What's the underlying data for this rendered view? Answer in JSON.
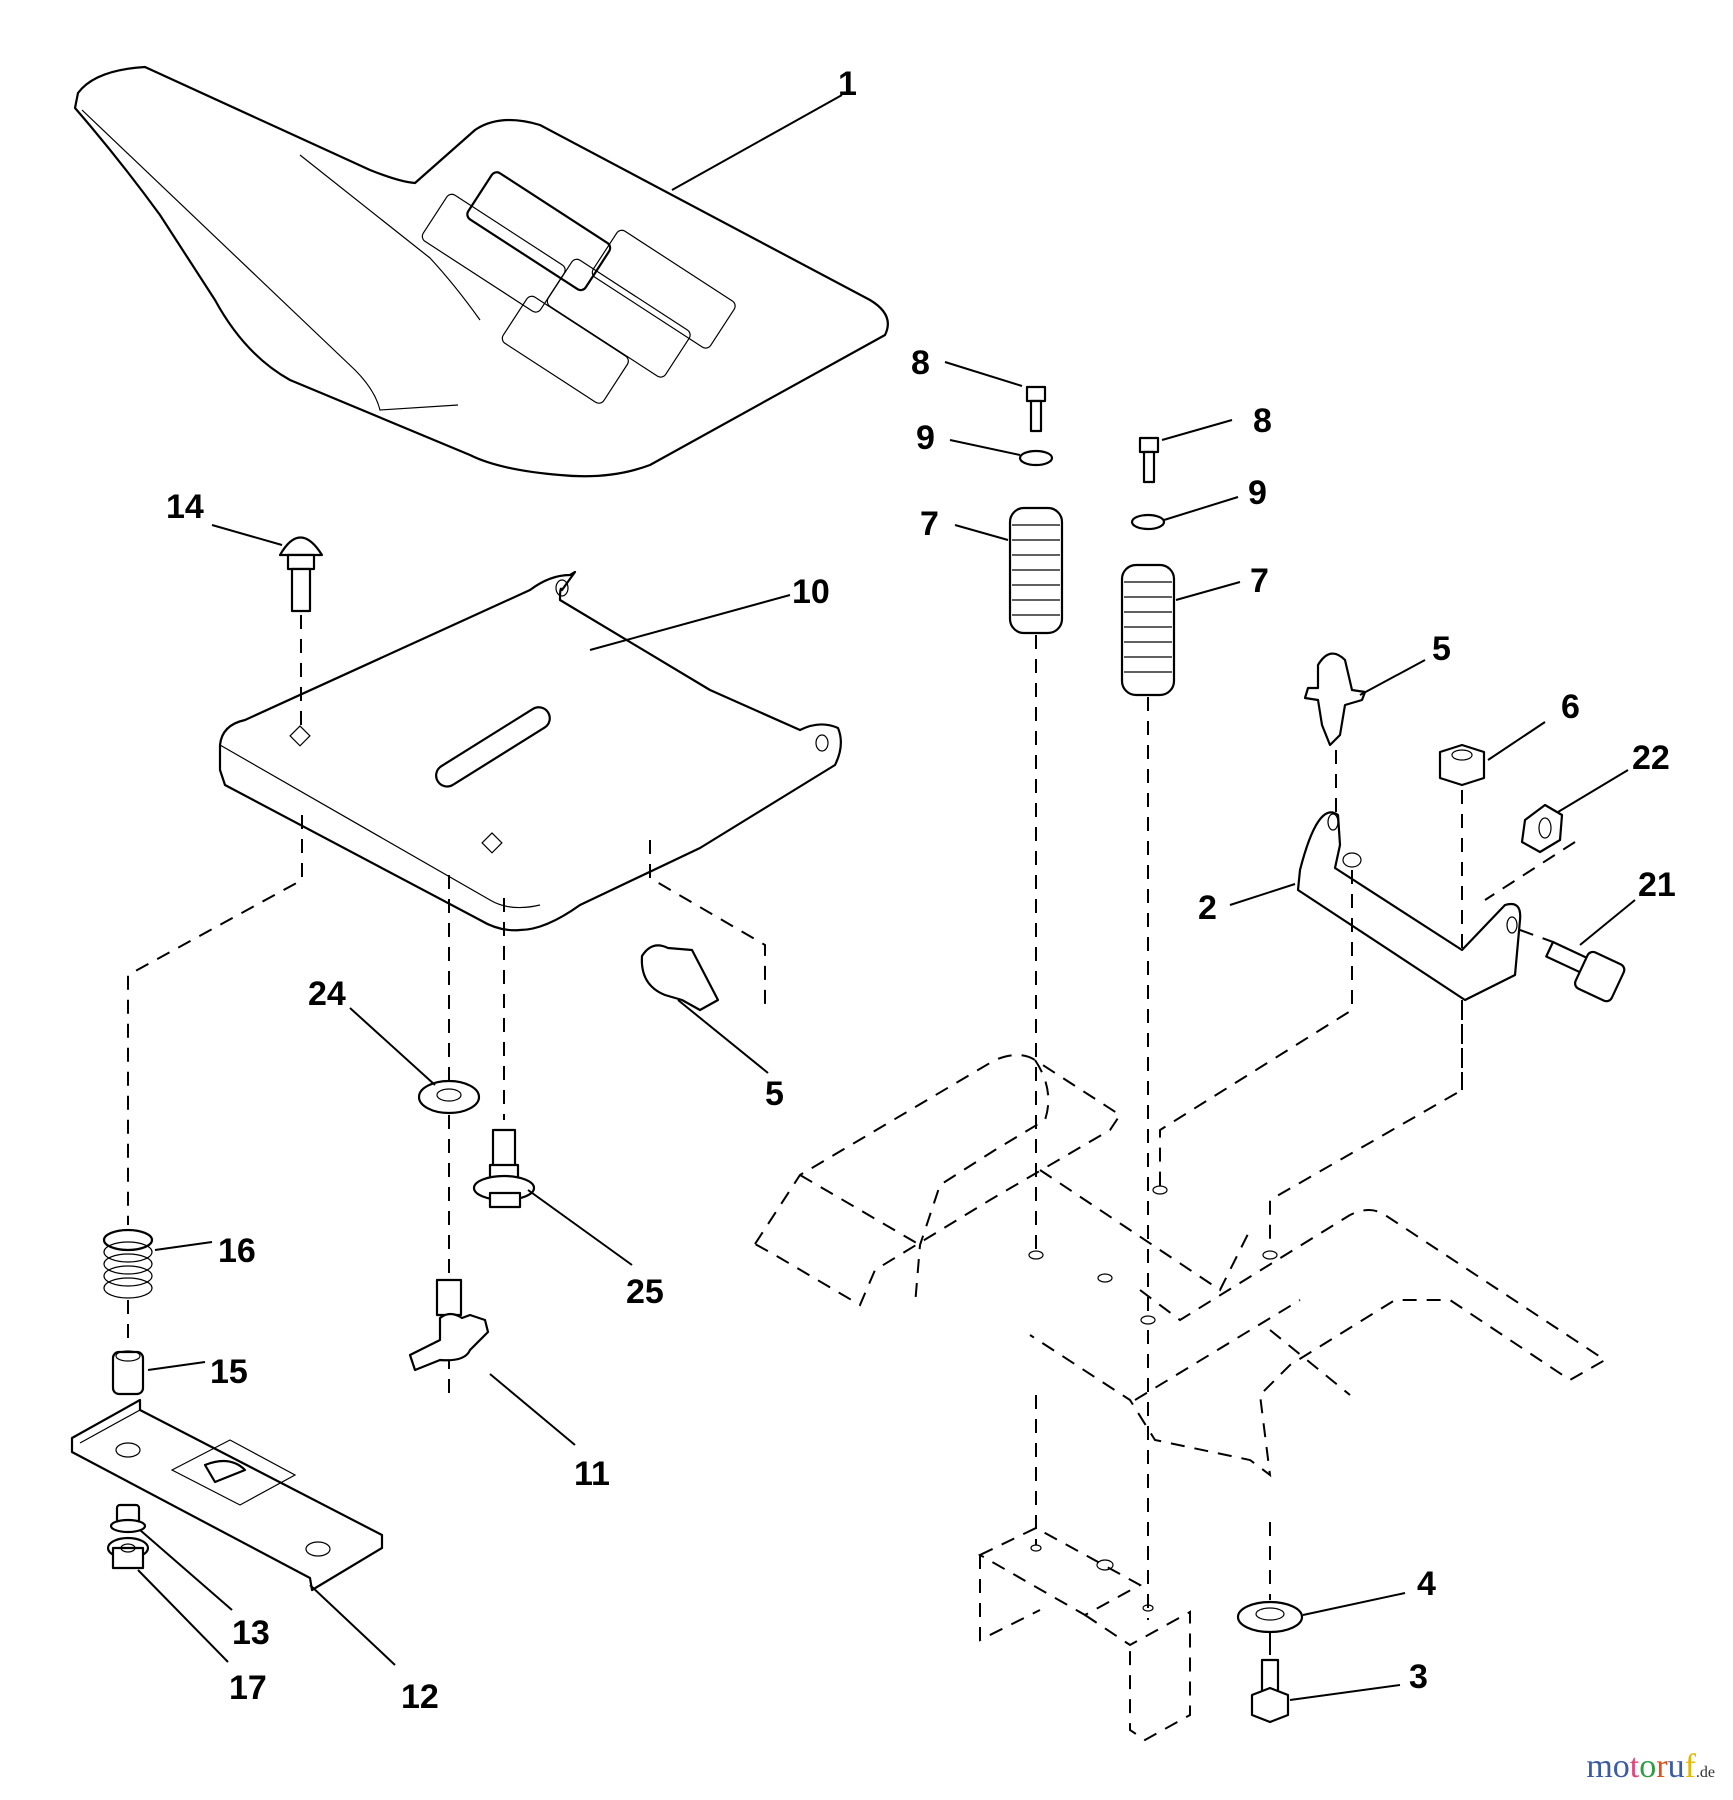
{
  "diagram": {
    "title": "Seat assembly exploded parts diagram",
    "parts": [
      {
        "id": "1",
        "name": "seat"
      },
      {
        "id": "2",
        "name": "bracket"
      },
      {
        "id": "3",
        "name": "bolt"
      },
      {
        "id": "4",
        "name": "washer"
      },
      {
        "id": "5",
        "name": "clip"
      },
      {
        "id": "6",
        "name": "lock nut"
      },
      {
        "id": "7",
        "name": "spring"
      },
      {
        "id": "8",
        "name": "bolt"
      },
      {
        "id": "9",
        "name": "washer"
      },
      {
        "id": "10",
        "name": "seat pan"
      },
      {
        "id": "11",
        "name": "wing knob"
      },
      {
        "id": "12",
        "name": "slide bracket"
      },
      {
        "id": "13",
        "name": "screw"
      },
      {
        "id": "14",
        "name": "carriage bolt"
      },
      {
        "id": "15",
        "name": "spacer"
      },
      {
        "id": "16",
        "name": "spring"
      },
      {
        "id": "17",
        "name": "flange nut"
      },
      {
        "id": "21",
        "name": "shoulder bolt"
      },
      {
        "id": "22",
        "name": "nut"
      },
      {
        "id": "24",
        "name": "washer"
      },
      {
        "id": "25",
        "name": "shoulder screw"
      }
    ],
    "labels": {
      "l1": "1",
      "l2": "2",
      "l3": "3",
      "l4": "4",
      "l5a": "5",
      "l5b": "5",
      "l6": "6",
      "l7a": "7",
      "l7b": "7",
      "l8a": "8",
      "l8b": "8",
      "l9a": "9",
      "l9b": "9",
      "l10": "10",
      "l11": "11",
      "l12": "12",
      "l13": "13",
      "l14": "14",
      "l15": "15",
      "l16": "16",
      "l17": "17",
      "l21": "21",
      "l22": "22",
      "l24": "24",
      "l25": "25"
    }
  },
  "watermark": {
    "letters": [
      "m",
      "o",
      "t",
      "o",
      "r",
      "u",
      "f"
    ],
    "colors": [
      "#3b5ba5",
      "#3b5ba5",
      "#e0457b",
      "#2e9e44",
      "#d9531e",
      "#3b5ba5",
      "#e6b800"
    ],
    "suffix": ".de"
  }
}
